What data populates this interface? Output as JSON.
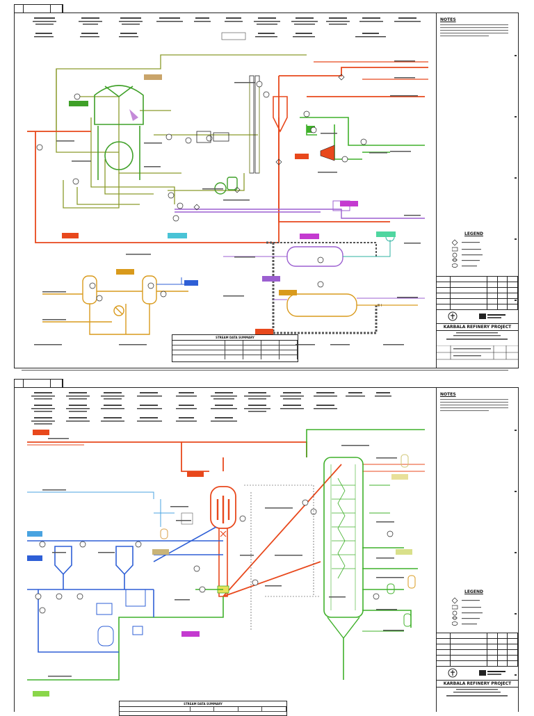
{
  "sheet1": {
    "notes_title": "NOTES",
    "legend_title": "LEGEND",
    "project": "KARBALA REFINERY PROJECT",
    "summary_title": "STREAM DATA SUMMARY"
  },
  "sheet2": {
    "notes_title": "NOTES",
    "legend_title": "LEGEND",
    "project": "KARBALA REFINERY PROJECT",
    "summary_title": "STREAM DATA SUMMARY"
  },
  "colors": {
    "orange_red": "#e8481c",
    "olive": "#8a9a2a",
    "green": "#3fb02a",
    "blue": "#2e5fd6",
    "light_blue": "#49a3e0",
    "purple": "#9b5fd0",
    "magenta": "#c43ad0",
    "amber": "#d99a1c",
    "khaki": "#cfc472",
    "line": "#222222"
  }
}
